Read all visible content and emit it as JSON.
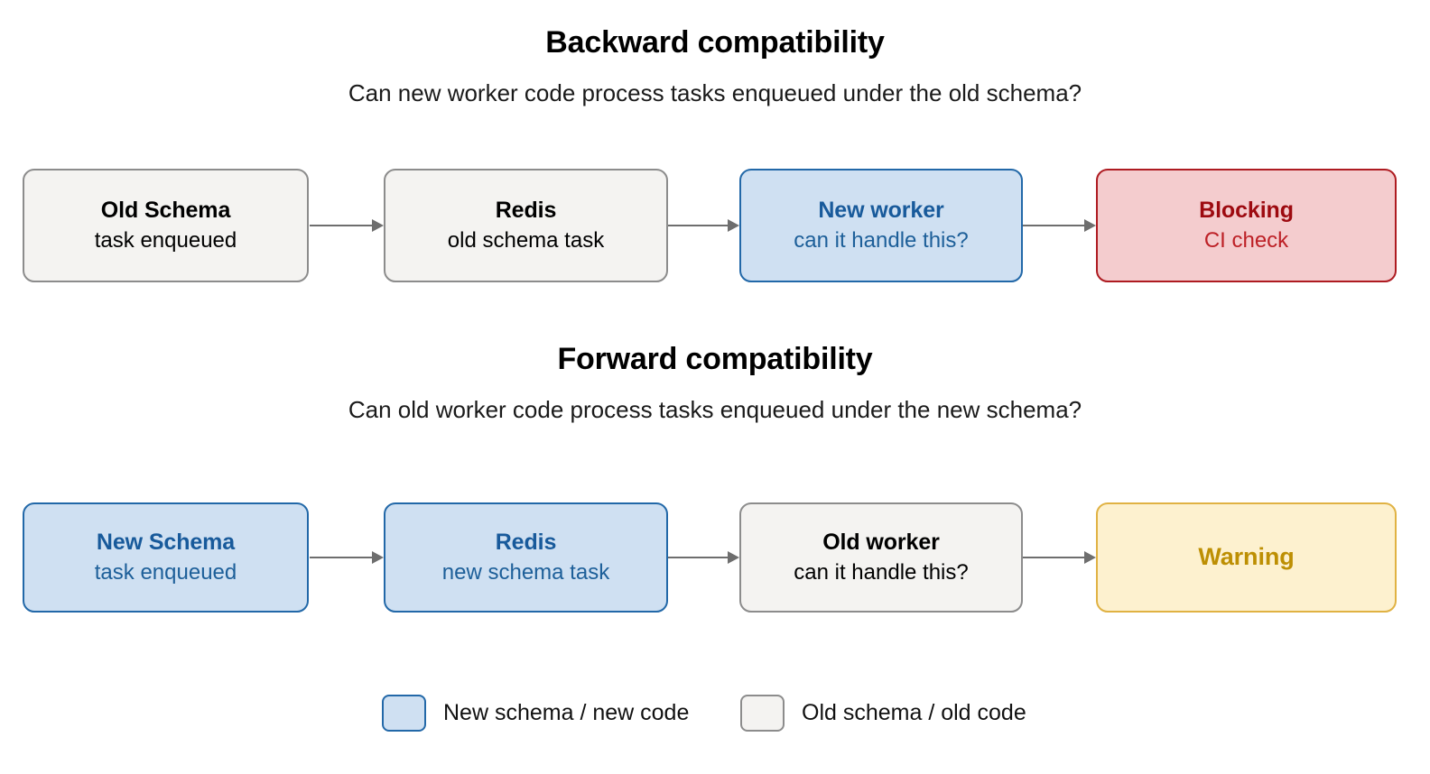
{
  "diagram": {
    "title_backward": "Backward compatibility",
    "subtitle_backward": "Can new worker code process tasks enqueued under the old schema?",
    "title_forward": "Forward compatibility",
    "subtitle_forward": "Can old worker code process tasks enqueued under the new schema?"
  },
  "colors": {
    "neutral_fill": "#f4f3f1",
    "neutral_border": "#8c8c8c",
    "blue_fill": "#cfe0f2",
    "blue_border": "#2268a8",
    "blue_text": "#185a9b",
    "red_fill": "#f4ccce",
    "red_border": "#ae1b21",
    "red_text": "#9d0a10",
    "yellow_fill": "#fdf1cf",
    "yellow_border": "#e0b243",
    "yellow_text": "#bd8f03",
    "arrow": "#6e6e6e"
  },
  "backward_flow": {
    "nodes": [
      {
        "title": "Old Schema",
        "subtitle": "task enqueued",
        "style": "neutral"
      },
      {
        "title": "Redis",
        "subtitle": "old schema task",
        "style": "neutral"
      },
      {
        "title": "New worker",
        "subtitle": "can it handle this?",
        "style": "blue"
      },
      {
        "title": "Blocking",
        "subtitle": "CI check",
        "style": "red"
      }
    ],
    "arrows": [
      "arrow-1",
      "arrow-2",
      "arrow-3"
    ]
  },
  "forward_flow": {
    "nodes": [
      {
        "title": "New Schema",
        "subtitle": "task enqueued",
        "style": "blue"
      },
      {
        "title": "Redis",
        "subtitle": "new schema task",
        "style": "blue"
      },
      {
        "title": "Old worker",
        "subtitle": "can it handle this?",
        "style": "neutral"
      },
      {
        "title": "Warning",
        "subtitle": "",
        "style": "yellow"
      }
    ],
    "arrows": [
      "arrow-1",
      "arrow-2",
      "arrow-3"
    ]
  },
  "legend": {
    "items": [
      {
        "label": "New schema / new code",
        "swatch": "blue"
      },
      {
        "label": "Old schema / old code",
        "swatch": "neutral"
      }
    ]
  }
}
